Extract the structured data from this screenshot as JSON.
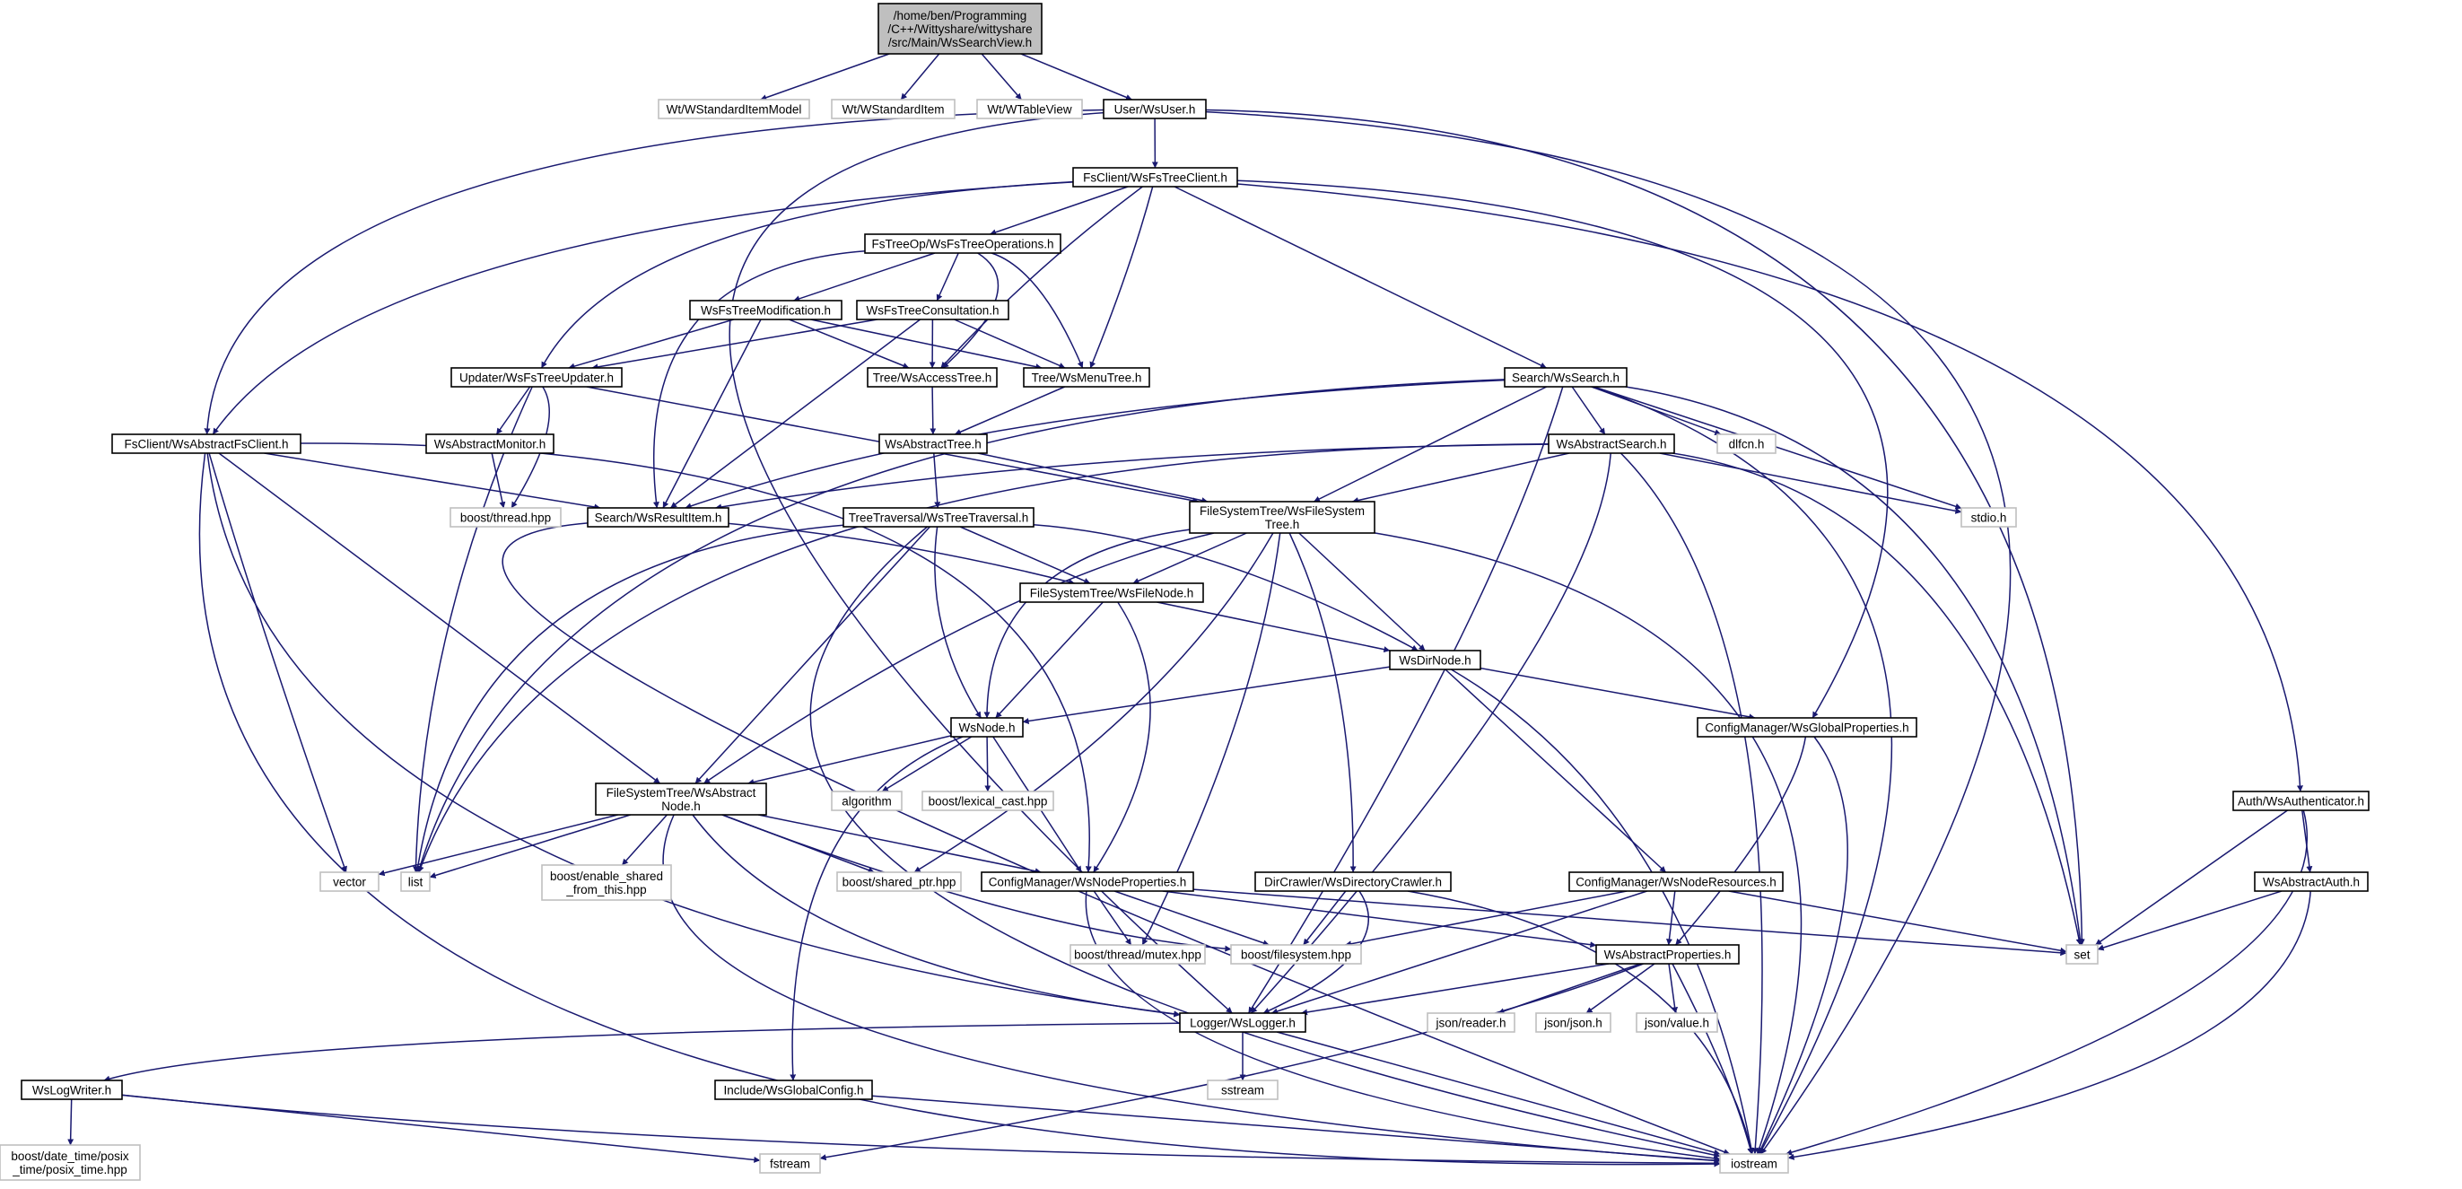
{
  "colors": {
    "edge": "#191970",
    "node_border": "#000000",
    "external_border": "#bfbfbf",
    "root_fill": "#bfbfbf",
    "node_fill": "#ffffff",
    "external_text": "#404040"
  },
  "nodes": {
    "root": {
      "lines": [
        "/home/ben/Programming",
        "/C++/Wittyshare/wittyshare",
        "/src/Main/WsSearchView.h"
      ]
    },
    "wt_item_model": {
      "lines": [
        "Wt/WStandardItemModel"
      ]
    },
    "wt_item": {
      "lines": [
        "Wt/WStandardItem"
      ]
    },
    "wt_table_view": {
      "lines": [
        "Wt/WTableView"
      ]
    },
    "ws_user": {
      "lines": [
        "User/WsUser.h"
      ]
    },
    "fs_tree_client": {
      "lines": [
        "FsClient/WsFsTreeClient.h"
      ]
    },
    "fs_tree_operations": {
      "lines": [
        "FsTreeOp/WsFsTreeOperations.h"
      ]
    },
    "fs_tree_modification": {
      "lines": [
        "WsFsTreeModification.h"
      ]
    },
    "fs_tree_consultation": {
      "lines": [
        "WsFsTreeConsultation.h"
      ]
    },
    "fs_tree_updater": {
      "lines": [
        "Updater/WsFsTreeUpdater.h"
      ]
    },
    "access_tree": {
      "lines": [
        "Tree/WsAccessTree.h"
      ]
    },
    "menu_tree": {
      "lines": [
        "Tree/WsMenuTree.h"
      ]
    },
    "ws_search": {
      "lines": [
        "Search/WsSearch.h"
      ]
    },
    "abstract_fs_client": {
      "lines": [
        "FsClient/WsAbstractFsClient.h"
      ]
    },
    "abstract_monitor": {
      "lines": [
        "WsAbstractMonitor.h"
      ]
    },
    "abstract_tree": {
      "lines": [
        "WsAbstractTree.h"
      ]
    },
    "abstract_search": {
      "lines": [
        "WsAbstractSearch.h"
      ]
    },
    "dlfcn": {
      "lines": [
        "dlfcn.h"
      ]
    },
    "boost_thread": {
      "lines": [
        "boost/thread.hpp"
      ]
    },
    "result_item": {
      "lines": [
        "Search/WsResultItem.h"
      ]
    },
    "tree_traversal": {
      "lines": [
        "TreeTraversal/WsTreeTraversal.h"
      ]
    },
    "file_system_tree": {
      "lines": [
        "FileSystemTree/WsFileSystem",
        "Tree.h"
      ]
    },
    "stdio": {
      "lines": [
        "stdio.h"
      ]
    },
    "file_node": {
      "lines": [
        "FileSystemTree/WsFileNode.h"
      ]
    },
    "dir_node": {
      "lines": [
        "WsDirNode.h"
      ]
    },
    "ws_node": {
      "lines": [
        "WsNode.h"
      ]
    },
    "global_properties": {
      "lines": [
        "ConfigManager/WsGlobalProperties.h"
      ]
    },
    "algorithm": {
      "lines": [
        "algorithm"
      ]
    },
    "lexical_cast": {
      "lines": [
        "boost/lexical_cast.hpp"
      ]
    },
    "abstract_node": {
      "lines": [
        "FileSystemTree/WsAbstract",
        "Node.h"
      ]
    },
    "authenticator": {
      "lines": [
        "Auth/WsAuthenticator.h"
      ]
    },
    "vector": {
      "lines": [
        "vector"
      ]
    },
    "list": {
      "lines": [
        "list"
      ]
    },
    "enable_shared": {
      "lines": [
        "boost/enable_shared",
        "_from_this.hpp"
      ]
    },
    "shared_ptr": {
      "lines": [
        "boost/shared_ptr.hpp"
      ]
    },
    "node_properties": {
      "lines": [
        "ConfigManager/WsNodeProperties.h"
      ]
    },
    "directory_crawler": {
      "lines": [
        "DirCrawler/WsDirectoryCrawler.h"
      ]
    },
    "node_resources": {
      "lines": [
        "ConfigManager/WsNodeResources.h"
      ]
    },
    "abstract_auth": {
      "lines": [
        "WsAbstractAuth.h"
      ]
    },
    "mutex": {
      "lines": [
        "boost/thread/mutex.hpp"
      ]
    },
    "filesystem": {
      "lines": [
        "boost/filesystem.hpp"
      ]
    },
    "abstract_properties": {
      "lines": [
        "WsAbstractProperties.h"
      ]
    },
    "set": {
      "lines": [
        "set"
      ]
    },
    "logger": {
      "lines": [
        "Logger/WsLogger.h"
      ]
    },
    "json_reader": {
      "lines": [
        "json/reader.h"
      ]
    },
    "json_json": {
      "lines": [
        "json/json.h"
      ]
    },
    "json_value": {
      "lines": [
        "json/value.h"
      ]
    },
    "log_writer": {
      "lines": [
        "WsLogWriter.h"
      ]
    },
    "sstream": {
      "lines": [
        "sstream"
      ]
    },
    "global_config": {
      "lines": [
        "Include/WsGlobalConfig.h"
      ]
    },
    "posix_time": {
      "lines": [
        "boost/date_time/posix",
        "_time/posix_time.hpp"
      ]
    },
    "fstream": {
      "lines": [
        "fstream"
      ]
    },
    "iostream": {
      "lines": [
        "iostream"
      ]
    }
  }
}
